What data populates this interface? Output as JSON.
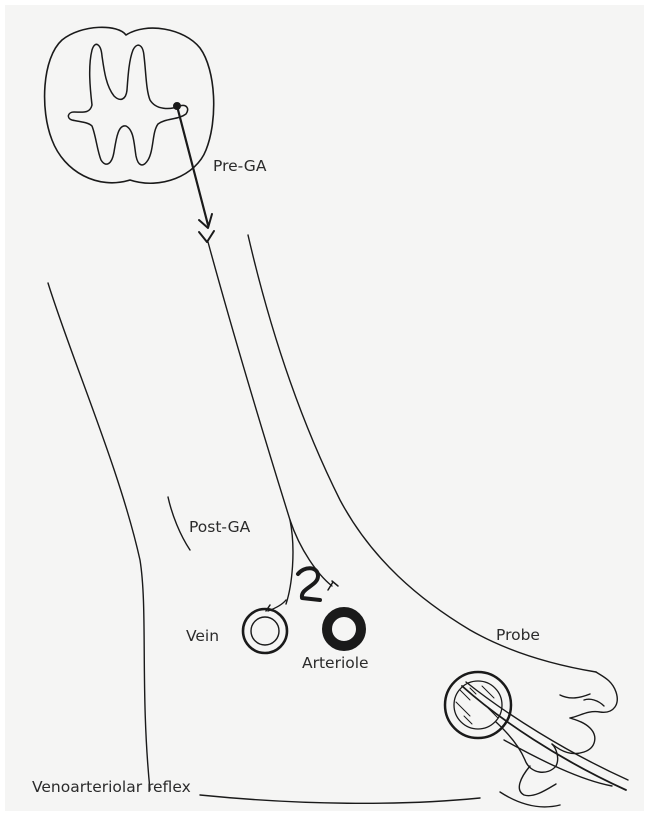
{
  "labels": {
    "pre_ga": "Pre-GA",
    "post_ga": "Post-GA",
    "vein": "Vein",
    "arteriole": "Arteriole",
    "probe": "Probe",
    "caption": "Venoarteriolar reflex"
  },
  "colors": {
    "background": "#f5f5f4",
    "ink": "#1a1a1a"
  }
}
